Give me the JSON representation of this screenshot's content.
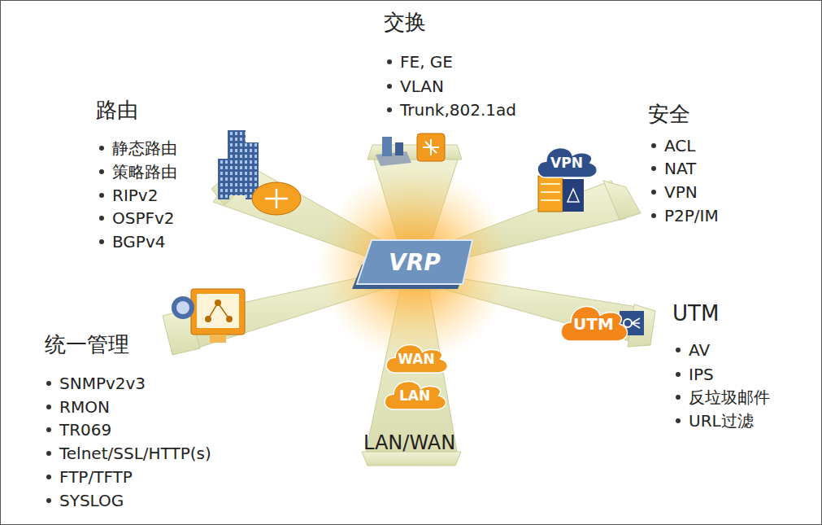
{
  "diagram": {
    "nodes": [
      {
        "text": [
          "VRP"
        ]
      },
      {
        "text": [
          "WAN"
        ]
      },
      {
        "text": [
          "LAN"
        ]
      },
      {
        "text": [
          "UTM"
        ]
      },
      {
        "text": [
          "VPN"
        ]
      }
    ],
    "labels": [
      "交换",
      "FE, GE",
      "VLAN",
      "Trunk,802.1ad",
      "路由",
      "静态路由",
      "策略路由",
      "RIPv2",
      "OSPFv2",
      "BGPv4",
      "安全",
      "ACL",
      "NAT",
      "VPN",
      "P2P/IM",
      "UTM",
      "AV",
      "IPS",
      "反垃圾邮件",
      "URL过滤",
      "统一管理",
      "SNMPv2v3",
      "RMON",
      "TR069",
      "Telnet/SSL/HTTP(s)",
      "FTP/TFTP",
      "SYSLOG",
      "LAN/WAN"
    ]
  }
}
